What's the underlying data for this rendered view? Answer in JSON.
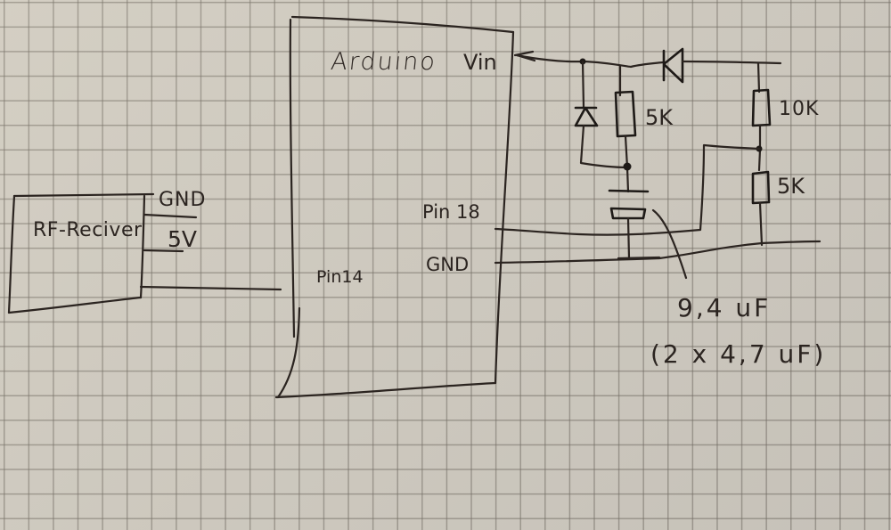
{
  "sheet": {
    "description": "Hand-drawn circuit schematic on grid paper",
    "paper_color": "#cfcabf",
    "grid_color": "#6e685e",
    "ink_color": "#2b2420"
  },
  "components": {
    "rf_receiver": {
      "label": "RF-Reciver",
      "pins": {
        "gnd": "GND",
        "vcc": "5V"
      }
    },
    "arduino": {
      "label": "Arduino",
      "pins": {
        "vin": "Vin",
        "pin14": "Pin14",
        "pin18": "Pin 18",
        "gnd": "GND"
      }
    },
    "resistors": [
      {
        "id": "R1",
        "value": "5K"
      },
      {
        "id": "R2",
        "value": "10K"
      },
      {
        "id": "R3",
        "value": "5K"
      }
    ],
    "capacitor": {
      "value": "9,4 uF",
      "note": "(2 x 4,7 uF)"
    },
    "diodes": [
      {
        "id": "D1",
        "orientation": "vertical"
      },
      {
        "id": "D2",
        "orientation": "horizontal"
      }
    ]
  }
}
